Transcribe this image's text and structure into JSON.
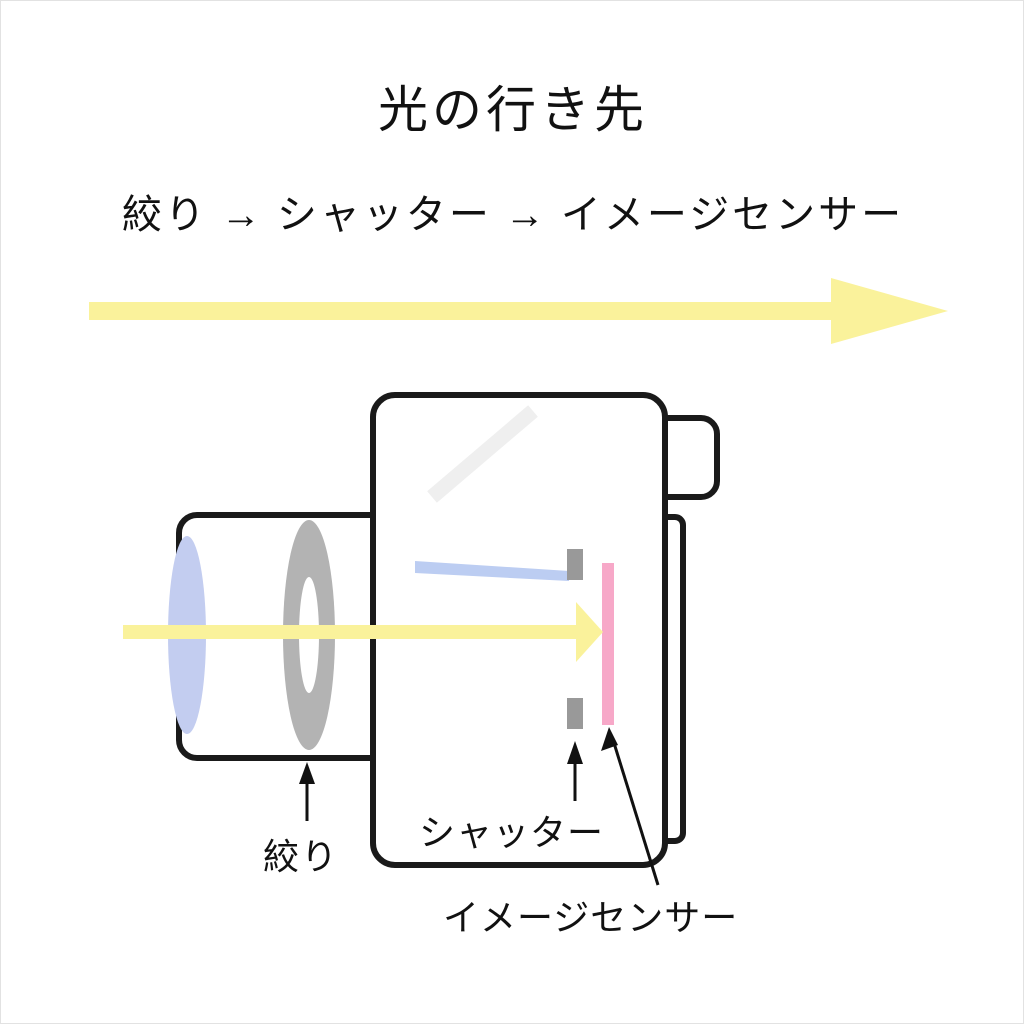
{
  "figure": {
    "title": "光の行き先",
    "subtitle": "絞り → シャッター → イメージセンサー",
    "background_color": "#ffffff",
    "border_color": "#e2e2e2",
    "text_color": "#111111"
  },
  "labels": {
    "aperture": "絞り",
    "shutter": "シャッター",
    "image_sensor": "イメージセンサー"
  },
  "colors": {
    "light_ray_yellow": "#faf29b",
    "lens_blue": "#c3cdf0",
    "mirror_blue": "#bccdf2",
    "aperture_grey": "#b3b3b3",
    "shutter_grey": "#999999",
    "sensor_pink": "#f7a8c8",
    "mirror_grey": "#efefef",
    "outline_black": "#1a1a1a"
  },
  "parts": {
    "camera_body": "camera-body",
    "lens_barrel": "lens-barrel",
    "lens_element": "lens-element",
    "aperture_ring": "aperture-ring",
    "reflex_mirror": "reflex-mirror",
    "mirror_blue_bar": "mirror-blue-bar",
    "shutter_blade_upper": "shutter-blade-upper",
    "shutter_blade_lower": "shutter-blade-lower",
    "image_sensor": "image-sensor",
    "viewfinder_bump": "viewfinder-bump",
    "lcd_screen_edge": "lcd-screen-edge",
    "main_light_arrow": "main-light-arrow",
    "inner_light_arrow": "inner-light-arrow",
    "inner_light_ray": "inner-light-ray"
  }
}
